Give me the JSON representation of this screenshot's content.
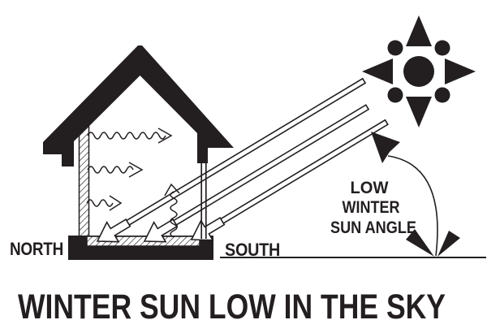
{
  "colors": {
    "ink": "#231f20",
    "paper": "#ffffff"
  },
  "title": {
    "text": "WINTER SUN LOW IN THE SKY"
  },
  "compass": {
    "north": "NORTH",
    "south": "SOUTH"
  },
  "annotation": {
    "line1": "LOW",
    "line2": "WINTER",
    "line3": "SUN ANGLE"
  },
  "icons": {
    "sun": "sun-icon",
    "sun_ray": "sun-ray-beam",
    "floor_arrow": "sunlight-absorbed-arrow",
    "heat_wave": "heat-wave-arrow",
    "rising_heat": "rising-heat-arrow",
    "angle_pointer": "angle-arrow"
  },
  "figure": {
    "sun_ray_count": 3,
    "heat_wave_arrow_count": 3
  }
}
